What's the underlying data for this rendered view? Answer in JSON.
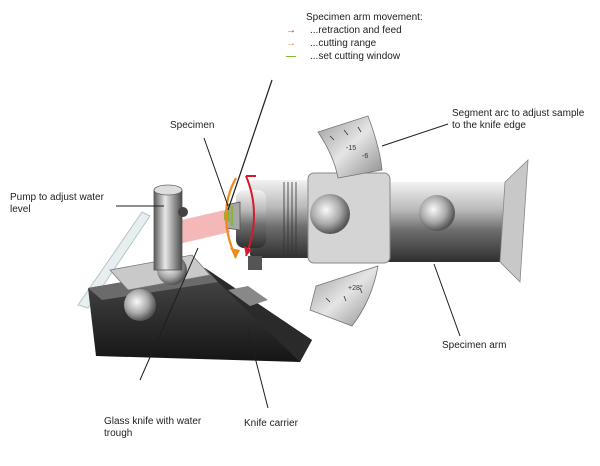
{
  "legend": {
    "title": "Specimen arm movement:",
    "items": [
      {
        "label": "...retraction and feed",
        "color": "#d7192b",
        "icon": "red-arrow-icon"
      },
      {
        "label": "...cutting range",
        "color": "#f08a1c",
        "icon": "orange-arrow-icon"
      },
      {
        "label": "...set cutting window",
        "color": "#8ab53a",
        "icon": "green-line-icon"
      }
    ]
  },
  "labels": {
    "specimen": "Specimen",
    "segment_arc": "Segment arc to adjust sample to the knife edge",
    "pump": "Pump to adjust water level",
    "specimen_arm": "Specimen arm",
    "glass_knife": "Glass knife with water trough",
    "knife_carrier": "Knife carrier"
  },
  "arc_scale": {
    "upper_mark_a": "-15",
    "upper_mark_b": "-6",
    "lower_mark": "+28°"
  }
}
